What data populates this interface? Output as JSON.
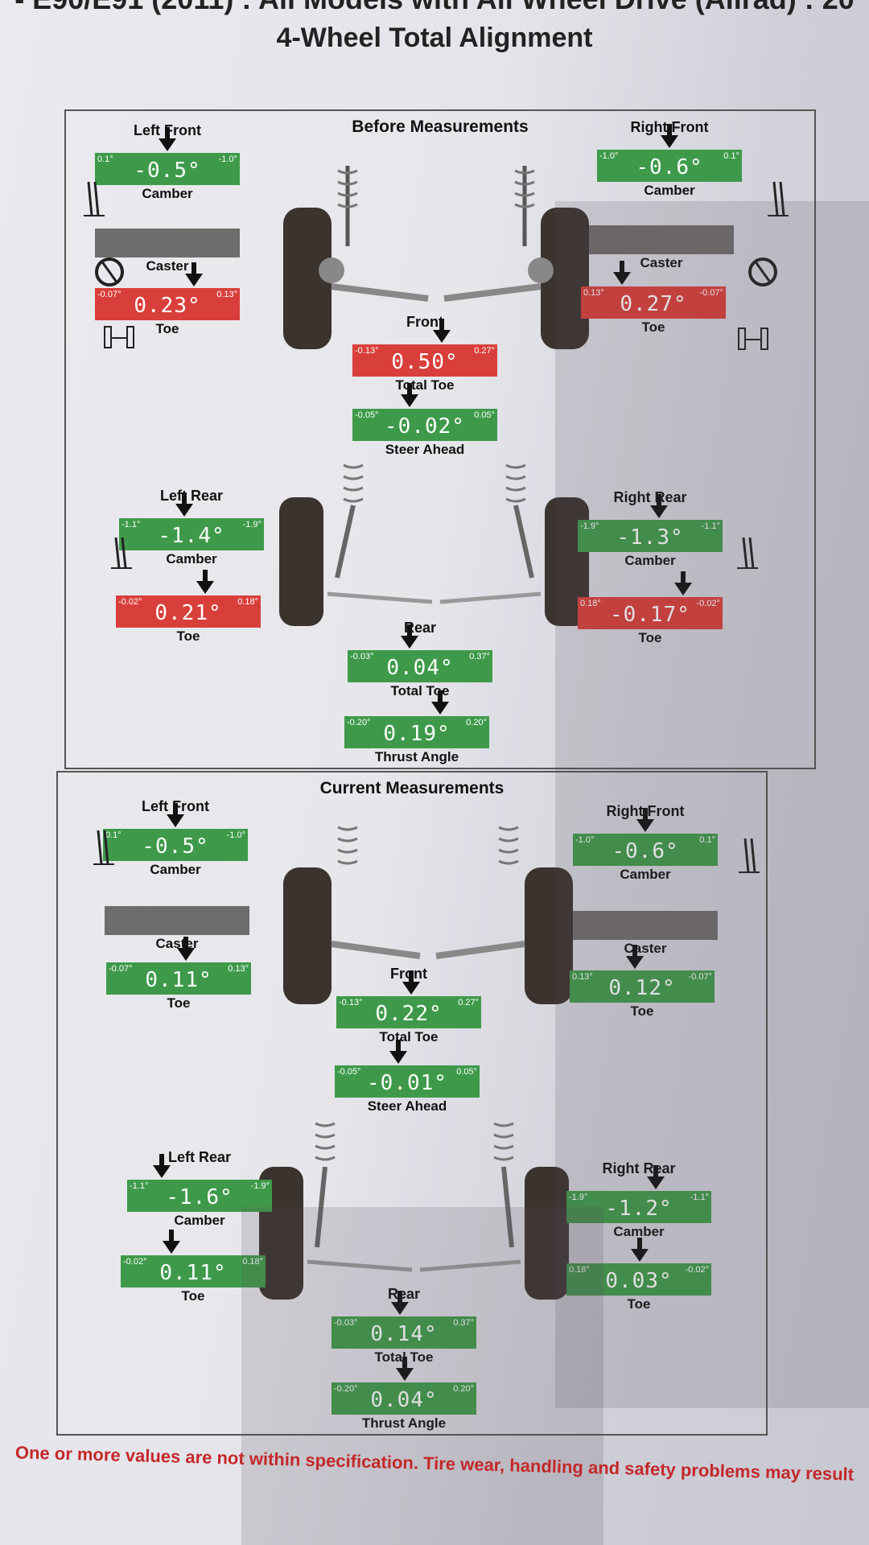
{
  "header": {
    "top_line": "- E90/E91 (2011) : All Models with All Wheel Drive (Allrad) : 20",
    "title": "4-Wheel Total Alignment"
  },
  "before": {
    "title": "Before Measurements",
    "left_front": {
      "label": "Left Front",
      "camber": {
        "name": "Camber",
        "value": "-0.5°",
        "min": "0.1°",
        "max": "-1.0°",
        "status": "green"
      },
      "caster": {
        "name": "Caster",
        "status": "gray"
      },
      "toe": {
        "name": "Toe",
        "value": "0.23°",
        "min": "-0.07°",
        "max": "0.13°",
        "status": "red"
      }
    },
    "right_front": {
      "label": "Right Front",
      "camber": {
        "name": "Camber",
        "value": "-0.6°",
        "min": "-1.0°",
        "max": "0.1°",
        "status": "green"
      },
      "caster": {
        "name": "Caster",
        "status": "gray"
      },
      "toe": {
        "name": "Toe",
        "value": "0.27°",
        "min": "0.13°",
        "max": "-0.07°",
        "status": "red"
      }
    },
    "front_total_toe": {
      "label": "Front",
      "name": "Total Toe",
      "value": "0.50°",
      "min": "-0.13°",
      "max": "0.27°",
      "status": "red"
    },
    "steer_ahead": {
      "name": "Steer Ahead",
      "value": "-0.02°",
      "min": "-0.05°",
      "max": "0.05°",
      "status": "green"
    },
    "left_rear": {
      "label": "Left Rear",
      "camber": {
        "name": "Camber",
        "value": "-1.4°",
        "min": "-1.1°",
        "max": "-1.9°",
        "status": "green"
      },
      "toe": {
        "name": "Toe",
        "value": "0.21°",
        "min": "-0.02°",
        "max": "0.18°",
        "status": "red"
      }
    },
    "right_rear": {
      "label": "Right Rear",
      "camber": {
        "name": "Camber",
        "value": "-1.3°",
        "min": "-1.9°",
        "max": "-1.1°",
        "status": "green"
      },
      "toe": {
        "name": "Toe",
        "value": "-0.17°",
        "min": "0.18°",
        "max": "-0.02°",
        "status": "red"
      }
    },
    "rear_total_toe": {
      "label": "Rear",
      "name": "Total Toe",
      "value": "0.04°",
      "min": "-0.03°",
      "max": "0.37°",
      "status": "green"
    },
    "thrust_angle": {
      "name": "Thrust Angle",
      "value": "0.19°",
      "min": "-0.20°",
      "max": "0.20°",
      "status": "green"
    }
  },
  "current": {
    "title": "Current Measurements",
    "left_front": {
      "label": "Left Front",
      "camber": {
        "name": "Camber",
        "value": "-0.5°",
        "min": "0.1°",
        "max": "-1.0°",
        "status": "green"
      },
      "caster": {
        "name": "Caster",
        "status": "gray"
      },
      "toe": {
        "name": "Toe",
        "value": "0.11°",
        "min": "-0.07°",
        "max": "0.13°",
        "status": "green"
      }
    },
    "right_front": {
      "label": "Right Front",
      "camber": {
        "name": "Camber",
        "value": "-0.6°",
        "min": "-1.0°",
        "max": "0.1°",
        "status": "green"
      },
      "caster": {
        "name": "Caster",
        "status": "gray"
      },
      "toe": {
        "name": "Toe",
        "value": "0.12°",
        "min": "0.13°",
        "max": "-0.07°",
        "status": "green"
      }
    },
    "front_total_toe": {
      "label": "Front",
      "name": "Total Toe",
      "value": "0.22°",
      "min": "-0.13°",
      "max": "0.27°",
      "status": "green"
    },
    "steer_ahead": {
      "name": "Steer Ahead",
      "value": "-0.01°",
      "min": "-0.05°",
      "max": "0.05°",
      "status": "green"
    },
    "left_rear": {
      "label": "Left Rear",
      "camber": {
        "name": "Camber",
        "value": "-1.6°",
        "min": "-1.1°",
        "max": "-1.9°",
        "status": "green"
      },
      "toe": {
        "name": "Toe",
        "value": "0.11°",
        "min": "-0.02°",
        "max": "0.18°",
        "status": "green"
      }
    },
    "right_rear": {
      "label": "Right Rear",
      "camber": {
        "name": "Camber",
        "value": "-1.2°",
        "min": "-1.9°",
        "max": "-1.1°",
        "status": "green"
      },
      "toe": {
        "name": "Toe",
        "value": "0.03°",
        "min": "0.18°",
        "max": "-0.02°",
        "status": "green"
      }
    },
    "rear_total_toe": {
      "label": "Rear",
      "name": "Total Toe",
      "value": "0.14°",
      "min": "-0.03°",
      "max": "0.37°",
      "status": "green"
    },
    "thrust_angle": {
      "name": "Thrust Angle",
      "value": "0.04°",
      "min": "-0.20°",
      "max": "0.20°",
      "status": "green"
    }
  },
  "footer": {
    "warning": "One or more values are not within specification. Tire wear, handling and safety problems may result"
  },
  "colors": {
    "in_spec": "#3e9a4a",
    "out_of_spec": "#d93f3a",
    "caster": "#6f6c6c",
    "warning_text": "#c4282a"
  }
}
